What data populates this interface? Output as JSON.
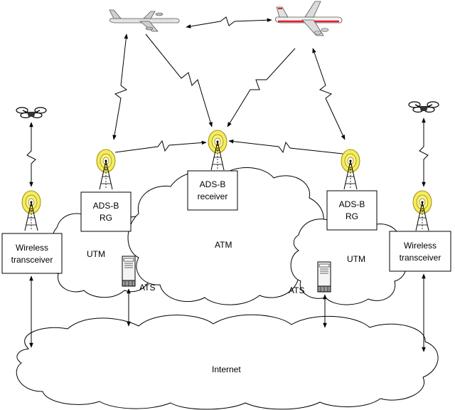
{
  "labels": {
    "ads_b_receiver_line1": "ADS-B",
    "ads_b_receiver_line2": "receiver",
    "ads_b_rg_left_line1": "ADS-B",
    "ads_b_rg_left_line2": "RG",
    "ads_b_rg_right_line1": "ADS-B",
    "ads_b_rg_right_line2": "RG",
    "wireless_left_line1": "Wireless",
    "wireless_left_line2": "transceiver",
    "wireless_right_line1": "Wireless",
    "wireless_right_line2": "transceiver",
    "utm_left": "UTM",
    "utm_right": "UTM",
    "atm": "ATM",
    "ats_left": "ATS",
    "ats_right": "ATS",
    "internet": "Internet"
  },
  "colors": {
    "antenna_glow": "#f7f26a",
    "airliner_stripe": "#e8202a",
    "outline": "#000000"
  },
  "icons": {
    "aircraft": "airplane-icon",
    "drone": "drone-icon",
    "antenna": "radio-antenna-icon",
    "ats_server": "server-tower-icon"
  }
}
